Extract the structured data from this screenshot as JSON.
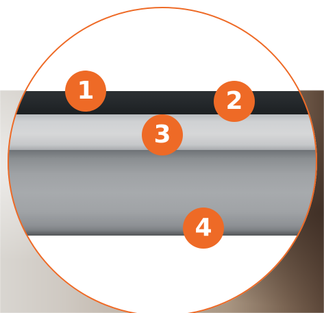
{
  "callouts": [
    {
      "label": "1"
    },
    {
      "label": "2"
    },
    {
      "label": "3"
    },
    {
      "label": "4"
    }
  ],
  "colors": {
    "accent": "#ee6a26",
    "layer_top": "#23272a",
    "layer_second": "#cfd1d3",
    "layer_third": "#a7aaad"
  }
}
